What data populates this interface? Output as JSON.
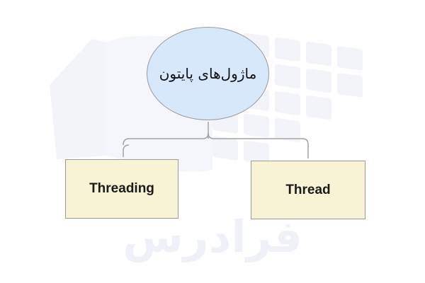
{
  "diagram": {
    "root": {
      "label": "ماژول‌های پایتون"
    },
    "children": [
      {
        "label": "Threading"
      },
      {
        "label": "Thread"
      }
    ]
  },
  "watermark": {
    "text": "فرادرس"
  },
  "colors": {
    "root_fill": "#d7e8fb",
    "child_fill": "#f8f3d4",
    "border": "#9a9a9a",
    "connector": "#a3a3a3"
  }
}
